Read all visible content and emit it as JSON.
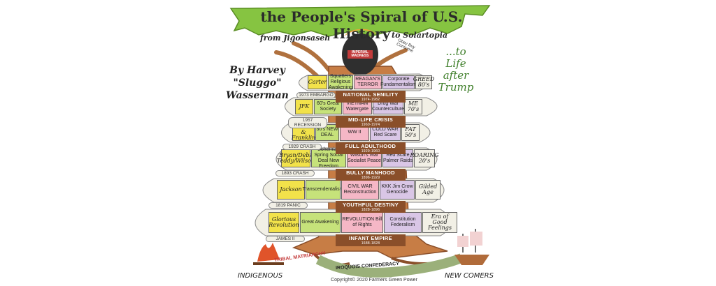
{
  "title": {
    "line1": "the People's Spiral of U.S. History",
    "from": "from Jigonsaseh",
    "to": "to Solartopia"
  },
  "author": {
    "line1": "By Harvey",
    "line2": "\"Sluggo\"",
    "line3": "Wasserman"
  },
  "tagline": {
    "line1": "...to",
    "line2": "Life",
    "line3": "after",
    "line4": "Trump"
  },
  "snake_label": "IMPERIAL MADNESS",
  "top_ribbon": "Obey Buy Consume",
  "dividers": [
    {
      "name": "national-senility",
      "text": "NATIONAL SENILITY",
      "years": "1974-1982",
      "pill": "1973 EMBARGO"
    },
    {
      "name": "mid-life-crisis",
      "text": "MID-LIFE CRISIS",
      "years": "1960-1974",
      "pill": "1957 RECESSION"
    },
    {
      "name": "full-adulthood",
      "text": "FULL ADULTHOOD",
      "years": "1929-1960",
      "pill": "1929 CRASH"
    },
    {
      "name": "bully-manhood",
      "text": "BULLY MANHOOD",
      "years": "1896-1929",
      "pill": "1893 CRASH"
    },
    {
      "name": "youthful-destiny",
      "text": "YOUTHFUL DESTINY",
      "years": "1828-1896",
      "pill": "1819 PANIC"
    },
    {
      "name": "infant-empire",
      "text": "INFANT EMPIRE",
      "years": "1688-1828",
      "pill": "JAMES II"
    }
  ],
  "rows": [
    {
      "cells": [
        "Carter",
        "Squatters Religious Awakening",
        "REAGAN'S TERROR",
        "Corporate Fundamentalism",
        "GREED 80's"
      ]
    },
    {
      "cells": [
        "JFK",
        "60's Great Society",
        "VIETNAM Watergate",
        "Drug War Counterculture",
        "ME 70's"
      ]
    },
    {
      "cells": [
        "Eleanor & Franklin",
        "30's NEW DEAL",
        "WW II",
        "COLD WAR Red Scare",
        "FAT 50's"
      ]
    },
    {
      "cells": [
        "Bryan/Debs Teddy/Wilson",
        "Bohemian Spring Social Deal New Freedom",
        "Wilson's War Socialist Peace",
        "Red Scare Palmer Raids",
        "ROARING 20's"
      ]
    },
    {
      "cells": [
        "Jackson",
        "Transcendentalism",
        "CIVIL WAR Reconstruction",
        "KKK Jim Crow Genocide",
        "Gilded Age"
      ]
    },
    {
      "cells": [
        "Glorious Revolution",
        "Great Awakening",
        "REVOLUTION Bill of Rights",
        "Constitution Federalism",
        "Era of Good Feelings"
      ]
    }
  ],
  "base": {
    "tribal": "TRIBAL MATRIARCHY",
    "iroquois": "IROQUOIS CONFEDERACY",
    "indigenous": "INDIGENOUS",
    "newcomers": "NEW COMERS"
  },
  "copyright": "Copyright© 2020 Farmers Green Power",
  "colors": {
    "canopy": "#86c441",
    "trunk": "#c77d45",
    "ribbon": "#f2f0e6",
    "divider": "#8a4f2a",
    "yellow": "#f2e24a",
    "green": "#c6e27a",
    "pink": "#f5b7c6",
    "purple": "#d9c6e6"
  }
}
